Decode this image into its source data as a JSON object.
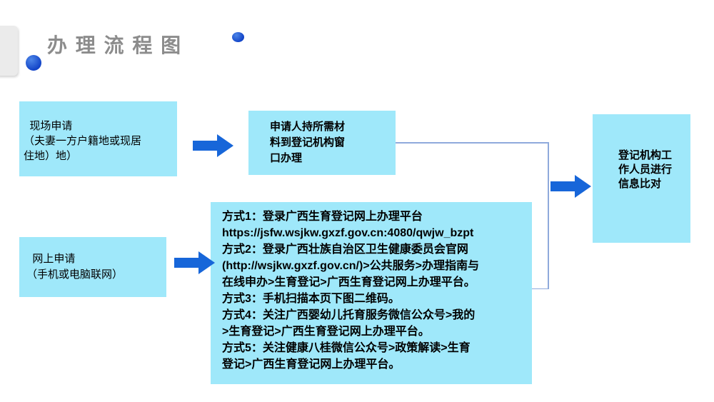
{
  "page": {
    "title": "办 理 流 程 图"
  },
  "flow": {
    "box_onsite": {
      "label": "  现场申请\n（夫妻一方户籍地或现居\n住地）地）"
    },
    "box_window": {
      "label": "申请人持所需材\n料到登记机构窗\n口办理"
    },
    "box_online": {
      "label": "  网上申请\n（手机或电脑联网）"
    },
    "box_methods": {
      "label": "方式1：登录广西生育登记网上办理平台\nhttps://jsfw.wsjkw.gxzf.gov.cn:4080/qwjw_bzpt\n方式2：登录广西壮族自治区卫生健康委员会官网\n(http://wsjkw.gxzf.gov.cn/)>公共服务>办理指南与\n在线申办>生育登记>广西生育登记网上办理平台。\n方式3：手机扫描本页下图二维码。\n方式4：关注广西婴幼儿托育服务微信公众号>我的\n>生育登记>广西生育登记网上办理平台。\n方式5：关注健康八桂微信公众号>政策解读>生育\n登记>广西生育登记网上办理平台。"
    },
    "box_verify": {
      "label": "登记机构工\n作人员进行\n信息比对"
    }
  },
  "icons": {
    "flow_arrow": "right-block-arrow",
    "title_dot": "filled-circle",
    "decor_dot": "filled-ellipse"
  },
  "colors": {
    "background": "#ffffff",
    "box_fill": "#9fe8fa",
    "box_text": "#000000",
    "arrow": "#1766d9",
    "accent_dot": "#1345c8",
    "title_text": "#8c8c8c",
    "connector": "#8faadc",
    "edge_tab": "#ebebeb"
  }
}
